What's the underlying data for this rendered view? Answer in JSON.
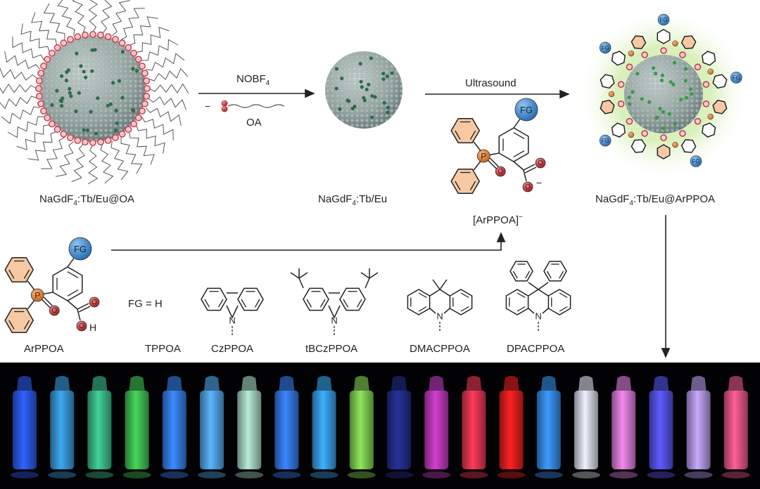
{
  "labels": {
    "np_oa": [
      "NaGdF",
      "4",
      ":Tb/Eu@OA"
    ],
    "np_bare": [
      "NaGdF",
      "4",
      ":Tb/Eu"
    ],
    "np_arppoa": [
      "NaGdF",
      "4",
      ":Tb/Eu@ArPPOA"
    ],
    "reagent1": [
      "NOBF",
      "4"
    ],
    "reagent1_ligand": "OA",
    "reagent2": "Ultrasound",
    "anion": [
      "[ArPPOA]",
      "−"
    ],
    "fg": "FG",
    "fg_eq": "FG = H",
    "arppoa": "ArPPOA",
    "compounds": [
      "TPPOA",
      "CzPPOA",
      "tBCzPPOA",
      "DMACPPOA",
      "DPACPPOA"
    ],
    "atom_p": "P",
    "atom_o": "O",
    "atom_h": "H",
    "atom_n": "N",
    "charge_minus": "−"
  },
  "colors": {
    "shell": "#c23b4a",
    "core": "#9aa8a6",
    "dopant": "#2e6b4b",
    "fg_ball": "#3f86c9",
    "phosphorus": "#e08a3c",
    "phenyl_fill": "#f6c9a4",
    "halo": "#c9e6a6"
  },
  "vials": [
    "#2f63ff",
    "#3fa8f0",
    "#42d29a",
    "#46d65a",
    "#3b8cff",
    "#5ab6ff",
    "#b7ecd6",
    "#3a86ff",
    "#3db0ff",
    "#8ee85a",
    "#27329a",
    "#d23fd0",
    "#ff3c5a",
    "#ff2222",
    "#3c9cff",
    "#eef1ff",
    "#f28af0",
    "#5f5cff",
    "#c8a8ff",
    "#ff5f9a"
  ]
}
